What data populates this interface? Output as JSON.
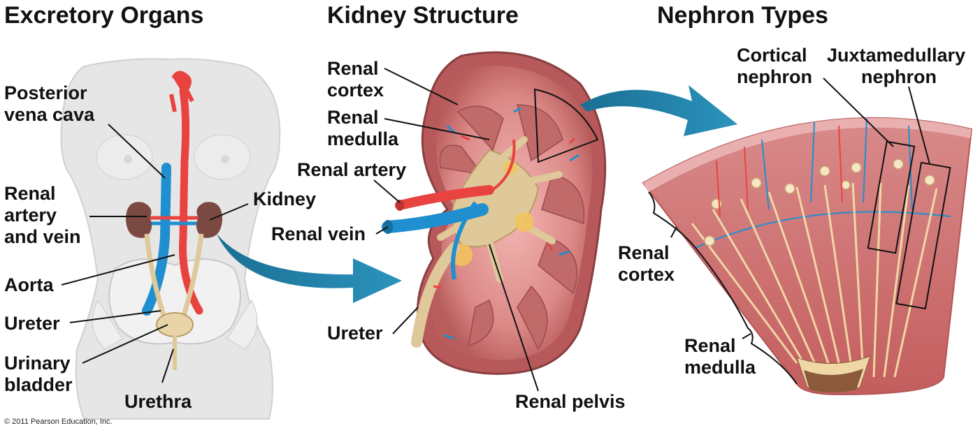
{
  "titles": {
    "excretory": "Excretory Organs",
    "kidney": "Kidney Structure",
    "nephron": "Nephron Types"
  },
  "labels_left": {
    "posterior_vena_cava_1": "Posterior",
    "posterior_vena_cava_2": "vena cava",
    "renal_artery_vein_1": "Renal",
    "renal_artery_vein_2": "artery",
    "renal_artery_vein_3": "and vein",
    "aorta": "Aorta",
    "ureter": "Ureter",
    "urinary_bladder_1": "Urinary",
    "urinary_bladder_2": "bladder",
    "urethra": "Urethra",
    "kidney": "Kidney"
  },
  "labels_middle": {
    "renal_cortex_1": "Renal",
    "renal_cortex_2": "cortex",
    "renal_medulla_1": "Renal",
    "renal_medulla_2": "medulla",
    "renal_artery": "Renal artery",
    "renal_vein": "Renal vein",
    "ureter": "Ureter",
    "renal_pelvis": "Renal pelvis"
  },
  "labels_right": {
    "cortical_1": "Cortical",
    "cortical_2": "nephron",
    "juxta_1": "Juxtamedullary",
    "juxta_2": "nephron",
    "renal_cortex_1": "Renal",
    "renal_cortex_2": "cortex",
    "renal_medulla_1": "Renal",
    "renal_medulla_2": "medulla"
  },
  "copyright": "© 2011 Pearson Education, Inc.",
  "colors": {
    "artery": "#e8433f",
    "vein": "#1f8fd0",
    "kidney_tissue": "#c96a6a",
    "cortex": "#e8a3a3",
    "pelvis": "#dfc89a",
    "arrow": "#1d7fa8",
    "body": "#e4e4e4"
  }
}
